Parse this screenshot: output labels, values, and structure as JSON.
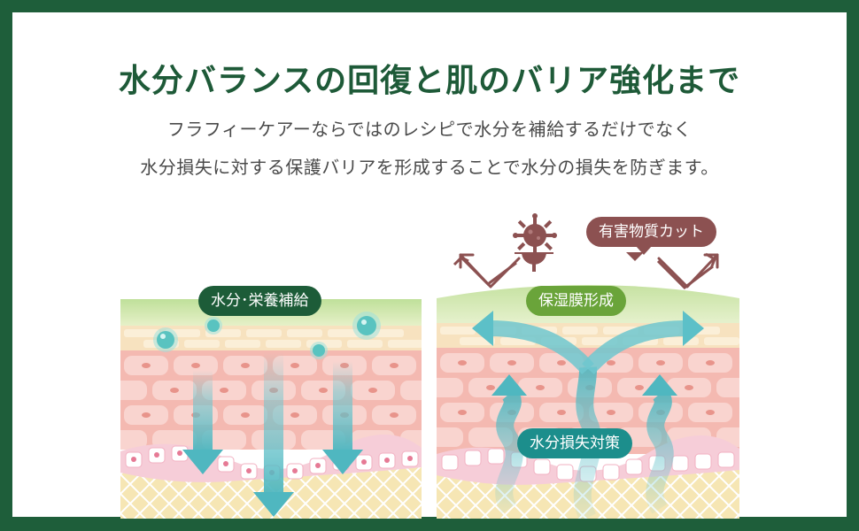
{
  "heading": "水分バランスの回復と肌のバリア強化まで",
  "description": {
    "line1": "フラフィーケアーならではのレシピで水分を補給するだけでなく",
    "line2": "水分損失に対する保護バリアを形成することで水分の損失を防ぎます。"
  },
  "left_panel": {
    "label": "水分･栄養補給"
  },
  "right_panel": {
    "harmful_label": "有害物質カット",
    "film_label": "保湿膜形成",
    "loss_label": "水分損失対策"
  },
  "colors": {
    "frame": "#1e5e3a",
    "heading": "#1e5a38",
    "moisture_arrow": "#6fc7cf",
    "skin_pink": "#f6c6c0",
    "barrier_green": "#c8e2a8",
    "harm_brown": "#8c5151"
  },
  "icons": [
    "virus-icon",
    "deflect-arrow-icon",
    "moisture-droplet-icon"
  ]
}
